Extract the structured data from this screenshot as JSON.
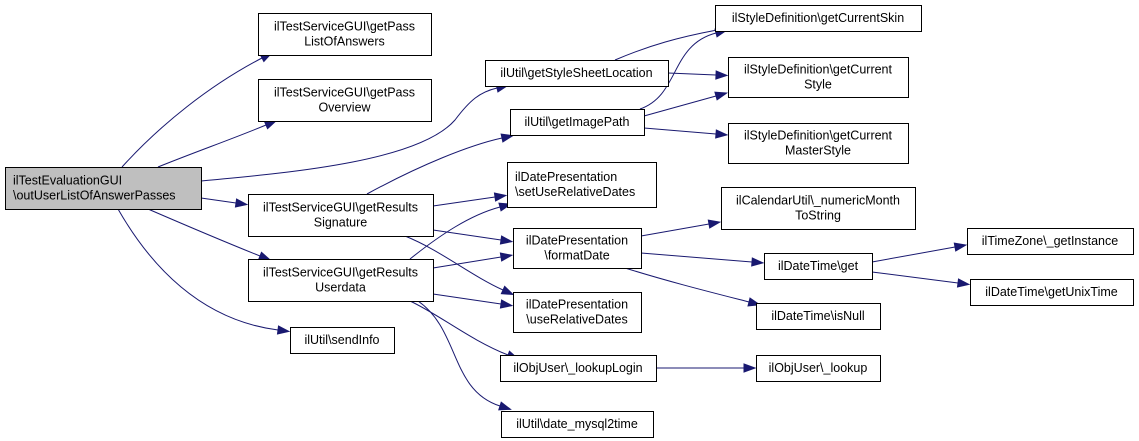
{
  "diagram": {
    "type": "call-graph",
    "edge_color": "#191970",
    "root_fill": "#bfbfbf",
    "node_fill": "#ffffff",
    "nodes": [
      {
        "id": "root",
        "lines": [
          "ilTestEvaluationGUI",
          "\\outUserListOfAnswerPasses"
        ],
        "root": true,
        "align": "left"
      },
      {
        "id": "getPassListOfAnswers",
        "lines": [
          "ilTestServiceGUI\\getPass",
          "ListOfAnswers"
        ]
      },
      {
        "id": "getPassOverview",
        "lines": [
          "ilTestServiceGUI\\getPass",
          "Overview"
        ]
      },
      {
        "id": "getResultsSignature",
        "lines": [
          "ilTestServiceGUI\\getResults",
          "Signature"
        ]
      },
      {
        "id": "getResultsUserdata",
        "lines": [
          "ilTestServiceGUI\\getResults",
          "Userdata"
        ]
      },
      {
        "id": "sendInfo",
        "lines": [
          "ilUtil\\sendInfo"
        ]
      },
      {
        "id": "getStyleSheetLocation",
        "lines": [
          "ilUtil\\getStyleSheetLocation"
        ]
      },
      {
        "id": "getImagePath",
        "lines": [
          "ilUtil\\getImagePath"
        ]
      },
      {
        "id": "setUseRelativeDates",
        "lines": [
          "ilDatePresentation",
          "\\setUseRelativeDates"
        ],
        "align": "left"
      },
      {
        "id": "formatDate",
        "lines": [
          "ilDatePresentation",
          "\\formatDate"
        ]
      },
      {
        "id": "useRelativeDates",
        "lines": [
          "ilDatePresentation",
          "\\useRelativeDates"
        ]
      },
      {
        "id": "lookupLogin",
        "lines": [
          "ilObjUser\\_lookupLogin"
        ]
      },
      {
        "id": "dateMysql2time",
        "lines": [
          "ilUtil\\date_mysql2time"
        ]
      },
      {
        "id": "getCurrentSkin",
        "lines": [
          "ilStyleDefinition\\getCurrentSkin"
        ]
      },
      {
        "id": "getCurrentStyle",
        "lines": [
          "ilStyleDefinition\\getCurrent",
          "Style"
        ]
      },
      {
        "id": "getCurrentMasterStyle",
        "lines": [
          "ilStyleDefinition\\getCurrent",
          "MasterStyle"
        ]
      },
      {
        "id": "numericMonthToString",
        "lines": [
          "ilCalendarUtil\\_numericMonth",
          "ToString"
        ]
      },
      {
        "id": "dtGet",
        "lines": [
          "ilDateTime\\get"
        ]
      },
      {
        "id": "isNull",
        "lines": [
          "ilDateTime\\isNull"
        ]
      },
      {
        "id": "lookup",
        "lines": [
          "ilObjUser\\_lookup"
        ]
      },
      {
        "id": "getInstance",
        "lines": [
          "ilTimeZone\\_getInstance"
        ]
      },
      {
        "id": "getUnixTime",
        "lines": [
          "ilDateTime\\getUnixTime"
        ]
      }
    ],
    "edges": [
      [
        "root",
        "getPassListOfAnswers"
      ],
      [
        "root",
        "getPassOverview"
      ],
      [
        "root",
        "getStyleSheetLocation"
      ],
      [
        "root",
        "getResultsSignature"
      ],
      [
        "root",
        "getResultsUserdata"
      ],
      [
        "root",
        "sendInfo"
      ],
      [
        "getResultsSignature",
        "getImagePath"
      ],
      [
        "getResultsSignature",
        "setUseRelativeDates"
      ],
      [
        "getResultsSignature",
        "formatDate"
      ],
      [
        "getResultsSignature",
        "useRelativeDates"
      ],
      [
        "getResultsUserdata",
        "setUseRelativeDates"
      ],
      [
        "getResultsUserdata",
        "formatDate"
      ],
      [
        "getResultsUserdata",
        "useRelativeDates"
      ],
      [
        "getResultsUserdata",
        "lookupLogin"
      ],
      [
        "getResultsUserdata",
        "dateMysql2time"
      ],
      [
        "getStyleSheetLocation",
        "getCurrentSkin"
      ],
      [
        "getStyleSheetLocation",
        "getCurrentStyle"
      ],
      [
        "getImagePath",
        "getCurrentSkin"
      ],
      [
        "getImagePath",
        "getCurrentStyle"
      ],
      [
        "getImagePath",
        "getCurrentMasterStyle"
      ],
      [
        "formatDate",
        "numericMonthToString"
      ],
      [
        "formatDate",
        "dtGet"
      ],
      [
        "formatDate",
        "isNull"
      ],
      [
        "dtGet",
        "getInstance"
      ],
      [
        "dtGet",
        "getUnixTime"
      ],
      [
        "lookupLogin",
        "lookup"
      ]
    ]
  }
}
